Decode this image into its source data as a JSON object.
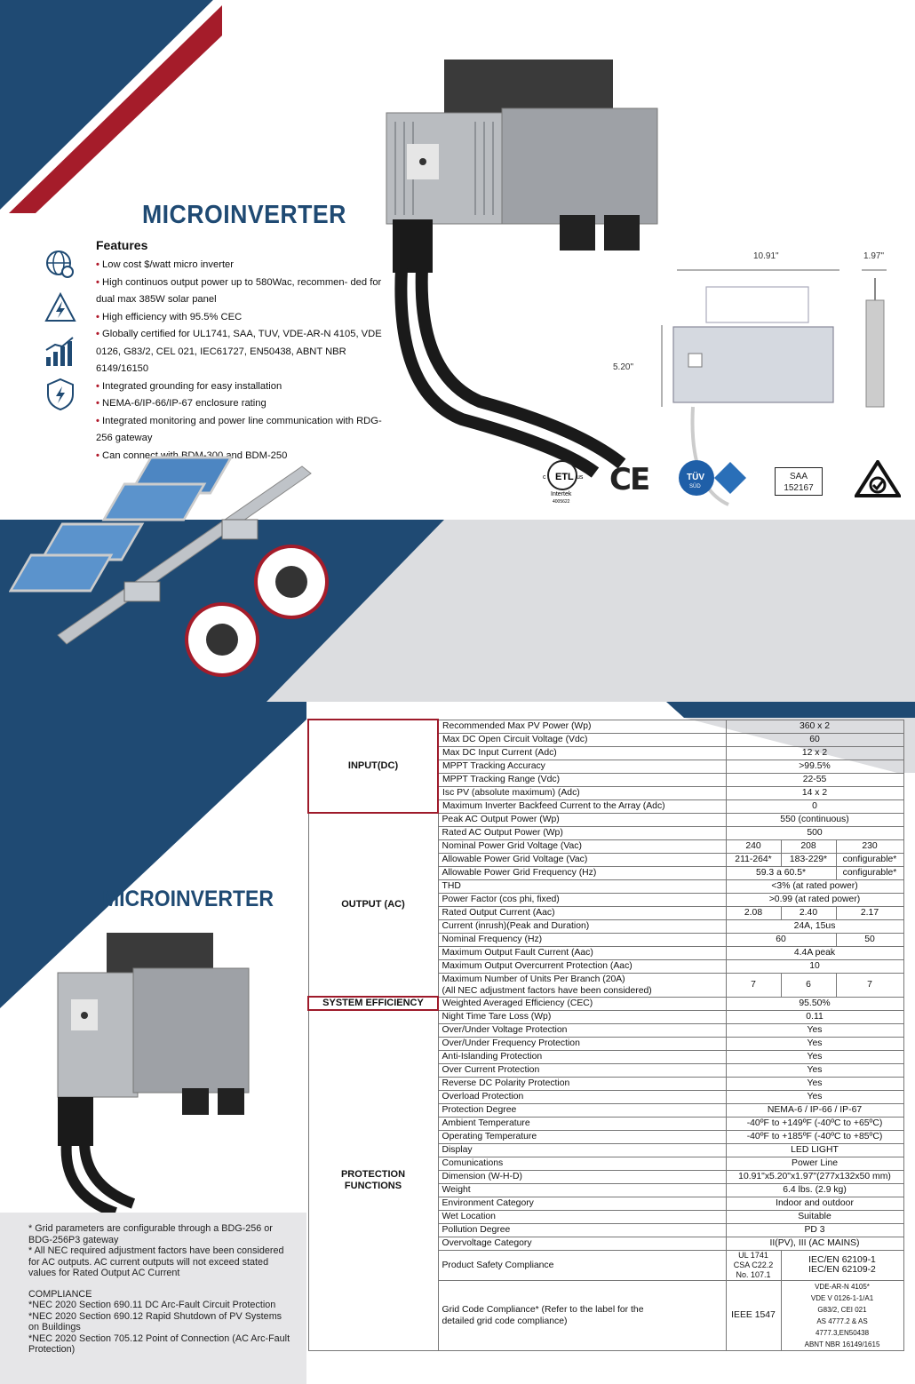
{
  "page1": {
    "title": "MICROINVERTER",
    "features_heading": "Features",
    "features": [
      "Low cost $/watt micro inverter",
      "High continuos output power up to 580Wac, recommen- ded for dual max 385W solar panel",
      "High efficiency with 95.5% CEC",
      "Globally certified for UL1741, SAA, TUV, VDE-AR-N 4105, VDE 0126, G83/2, CEL 021, IEC61727, EN50438, ABNT NBR 6149/16150",
      "Integrated grounding for easy installation",
      "NEMA-6/IP-66/IP-67 enclosure rating",
      "Integrated monitoring and power line communication with RDG-256 gateway",
      "Can connect with BDM-300 and BDM-250"
    ],
    "feature_icons": [
      "globe-badge-icon",
      "warning-bolt-icon",
      "signal-bars-icon",
      "shield-bolt-icon"
    ],
    "dimensions": {
      "width": "10.91\"",
      "depth": "1.97\"",
      "height": "5.20\""
    },
    "certs": {
      "etl_c": "c",
      "etl_us": "us",
      "etl_lab": "Intertek",
      "etl_num": "4005622",
      "ce": "CE",
      "tuv": "TÜV",
      "tuv_sub": "SÜD",
      "saa_line1": "SAA",
      "saa_line2": "152167"
    },
    "colors": {
      "navy": "#1f4a73",
      "red": "#a51c2a",
      "band_grey": "#dcdde0"
    }
  },
  "page2": {
    "title": "MICROINVERTER",
    "notes": [
      "* Grid parameters are configurable through a BDG-256 or BDG-256P3 gateway",
      "* All NEC required adjustment factors have been considered for AC outputs. AC current outputs will not exceed stated values for Rated Output AC Current"
    ],
    "compliance_heading": "COMPLIANCE",
    "compliance": [
      "*NEC 2020 Section 690.11 DC Arc-Fault Circuit Protection",
      "*NEC 2020 Section 690.12 Rapid Shutdown of PV Systems on Buildings",
      "*NEC 2020 Section 705.12 Point of Connection (AC Arc-Fault Protection)"
    ],
    "sections": {
      "input": "INPUT(DC)",
      "output": "OUTPUT (AC)",
      "efficiency": "SYSTEM EFFICIENCY",
      "protection": "PROTECTION FUNCTIONS"
    },
    "rows": {
      "r1": {
        "p": "Recommended Max PV Power (Wp)",
        "v": "360 x 2"
      },
      "r2": {
        "p": "Max DC Open Circuit Voltage (Vdc)",
        "v": "60"
      },
      "r3": {
        "p": "Max DC Input Current (Adc)",
        "v": "12 x 2"
      },
      "r4": {
        "p": "MPPT Tracking Accuracy",
        "v": ">99.5%"
      },
      "r5": {
        "p": "MPPT Tracking Range (Vdc)",
        "v": "22-55"
      },
      "r6": {
        "p": "Isc PV (absolute maximum) (Adc)",
        "v": "14 x 2"
      },
      "r7": {
        "p": "Maximum Inverter Backfeed Current to the Array (Adc)",
        "v": "0"
      },
      "r8": {
        "p": "Peak AC Output Power (Wp)",
        "v": "550 (continuous)"
      },
      "r9": {
        "p": "Rated AC Output Power (Wp)",
        "v": "500"
      },
      "r10": {
        "p": "Nominal Power Grid Voltage (Vac)",
        "a": "240",
        "b": "208",
        "c": "230"
      },
      "r11": {
        "p": "Allowable Power Grid Voltage (Vac)",
        "a": "211-264*",
        "b": "183-229*",
        "c": "configurable*"
      },
      "r12": {
        "p": "Allowable Power Grid Frequency (Hz)",
        "ab": "59.3 a 60.5*",
        "c": "configurable*"
      },
      "r13": {
        "p": "THD",
        "v": "<3% (at rated power)"
      },
      "r14": {
        "p": "Power Factor (cos phi, fixed)",
        "v": ">0.99 (at rated power)"
      },
      "r15": {
        "p": "Rated Output Current (Aac)",
        "a": "2.08",
        "b": "2.40",
        "c": "2.17"
      },
      "r16": {
        "p": "Current (inrush)(Peak and Duration)",
        "v": "24A, 15us"
      },
      "r17": {
        "p": "Nominal Frequency (Hz)",
        "ab": "60",
        "c": "50"
      },
      "r18": {
        "p": "Maximum Output Fault Current (Aac)",
        "v": "4.4A peak"
      },
      "r19": {
        "p": "Maximum Output Overcurrent Protection (Aac)",
        "v": "10"
      },
      "r20": {
        "p1": "Maximum Number of Units Per Branch (20A)",
        "p2": "(All NEC adjustment factors have been considered)",
        "a": "7",
        "b": "6",
        "c": "7"
      },
      "r21": {
        "p": "Weighted Averaged Efficiency (CEC)",
        "v": "95.50%"
      },
      "r22": {
        "p": "Night Time Tare Loss (Wp)",
        "v": "0.11"
      },
      "r23": {
        "p": "Over/Under Voltage Protection",
        "v": "Yes"
      },
      "r24": {
        "p": "Over/Under Frequency Protection",
        "v": "Yes"
      },
      "r25": {
        "p": "Anti-Islanding Protection",
        "v": "Yes"
      },
      "r26": {
        "p": "Over Current Protection",
        "v": "Yes"
      },
      "r27": {
        "p": "Reverse DC Polarity Protection",
        "v": "Yes"
      },
      "r28": {
        "p": "Overload Protection",
        "v": "Yes"
      },
      "r29": {
        "p": "Protection Degree",
        "v": "NEMA-6 / IP-66 / IP-67"
      },
      "r30": {
        "p": "Ambient Temperature",
        "v": "-40ºF to +149ºF (-40ºC to +65ºC)"
      },
      "r31": {
        "p": "Operating Temperature",
        "v": "-40ºF to +185ºF (-40ºC to +85ºC)"
      },
      "r32": {
        "p": "Display",
        "v": "LED LIGHT"
      },
      "r33": {
        "p": "Comunications",
        "v": "Power Line"
      },
      "r34": {
        "p": "Dimension (W-H-D)",
        "v": "10.91\"x5.20\"x1.97\"(277x132x50 mm)"
      },
      "r35": {
        "p": "Weight",
        "v": "6.4 lbs. (2.9 kg)"
      },
      "r36": {
        "p": "Environment Category",
        "v": "Indoor and outdoor"
      },
      "r37": {
        "p": "Wet Location",
        "v": "Suitable"
      },
      "r38": {
        "p": "Pollution Degree",
        "v": "PD 3"
      },
      "r39": {
        "p": "Overvoltage Category",
        "v": "II(PV), III (AC MAINS)"
      },
      "r40": {
        "p": "Product Safety Compliance",
        "a1": "UL 1741",
        "a2": "CSA C22.2",
        "a3": "No. 107.1",
        "bc1": "IEC/EN 62109-1",
        "bc2": "IEC/EN 62109-2"
      },
      "r41": {
        "p1": "Grid Code Compliance* (Refer to the label for the",
        "p2": "detailed grid code compliance)",
        "a": "IEEE 1547",
        "bc1": "VDE-AR-N 4105*",
        "bc2": "VDE V 0126-1-1/A1",
        "bc3": "G83/2, CEI 021",
        "bc4": "AS 4777.2 & AS",
        "bc5": "4777.3,EN50438",
        "bc6": "ABNT NBR 16149/1615"
      }
    }
  }
}
